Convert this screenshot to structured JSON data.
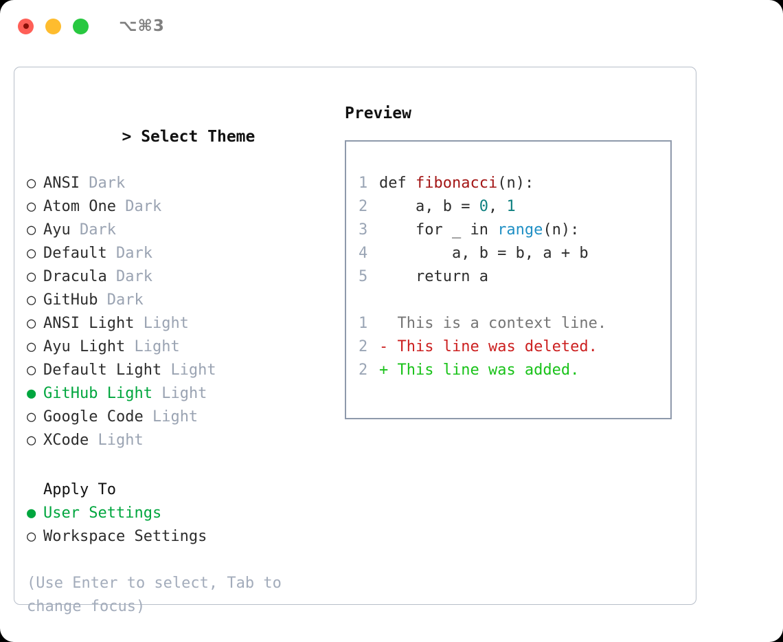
{
  "window": {
    "title": "⌥⌘3",
    "traffic_lights": [
      {
        "name": "close",
        "color": "#ff5f57"
      },
      {
        "name": "minimize",
        "color": "#febc2e"
      },
      {
        "name": "zoom",
        "color": "#28c840"
      }
    ]
  },
  "theme_selector": {
    "header": "> Select Theme",
    "caret": ">",
    "header_label": "Select Theme",
    "selected_bullet": "●",
    "unselected_bullet": "○",
    "accent_color": "#00a63e",
    "muted_color": "#9aa3b2",
    "items": [
      {
        "bullet": "○",
        "label": "ANSI",
        "tag": "Dark",
        "selected": false
      },
      {
        "bullet": "○",
        "label": "Atom One",
        "tag": "Dark",
        "selected": false
      },
      {
        "bullet": "○",
        "label": "Ayu",
        "tag": "Dark",
        "selected": false
      },
      {
        "bullet": "○",
        "label": "Default",
        "tag": "Dark",
        "selected": false
      },
      {
        "bullet": "○",
        "label": "Dracula",
        "tag": "Dark",
        "selected": false
      },
      {
        "bullet": "○",
        "label": "GitHub",
        "tag": "Dark",
        "selected": false
      },
      {
        "bullet": "○",
        "label": "ANSI Light",
        "tag": "Light",
        "selected": false
      },
      {
        "bullet": "○",
        "label": "Ayu Light",
        "tag": "Light",
        "selected": false
      },
      {
        "bullet": "○",
        "label": "Default Light",
        "tag": "Light",
        "selected": false
      },
      {
        "bullet": "●",
        "label": "GitHub Light",
        "tag": "Light",
        "selected": true
      },
      {
        "bullet": "○",
        "label": "Google Code",
        "tag": "Light",
        "selected": false
      },
      {
        "bullet": "○",
        "label": "XCode",
        "tag": "Light",
        "selected": false
      }
    ]
  },
  "apply_to": {
    "header": "Apply To",
    "items": [
      {
        "bullet": "●",
        "label": "User Settings",
        "selected": true
      },
      {
        "bullet": "○",
        "label": "Workspace Settings",
        "selected": false
      }
    ]
  },
  "hint": "(Use Enter to select, Tab to change focus)",
  "preview": {
    "title": "Preview",
    "code": [
      {
        "lineno": "1",
        "tokens": [
          {
            "text": "def ",
            "kind": "def"
          },
          {
            "text": "fibonacci",
            "kind": "func"
          },
          {
            "text": "(n):",
            "kind": "plain"
          }
        ]
      },
      {
        "lineno": "2",
        "tokens": [
          {
            "text": "    a, b = ",
            "kind": "plain"
          },
          {
            "text": "0",
            "kind": "num"
          },
          {
            "text": ", ",
            "kind": "plain"
          },
          {
            "text": "1",
            "kind": "num"
          }
        ]
      },
      {
        "lineno": "3",
        "tokens": [
          {
            "text": "    for _ in ",
            "kind": "plain"
          },
          {
            "text": "range",
            "kind": "builtin"
          },
          {
            "text": "(n):",
            "kind": "plain"
          }
        ]
      },
      {
        "lineno": "4",
        "tokens": [
          {
            "text": "        a, b = b, a + b",
            "kind": "plain"
          }
        ]
      },
      {
        "lineno": "5",
        "tokens": [
          {
            "text": "    return a",
            "kind": "plain"
          }
        ]
      }
    ],
    "diff": [
      {
        "lineno": "1",
        "marker": "  ",
        "text": "This is a context line.",
        "kind": "ctx"
      },
      {
        "lineno": "2",
        "marker": "- ",
        "text": "This line was deleted.",
        "kind": "del"
      },
      {
        "lineno": "2",
        "marker": "+ ",
        "text": "This line was added.",
        "kind": "add"
      }
    ]
  }
}
